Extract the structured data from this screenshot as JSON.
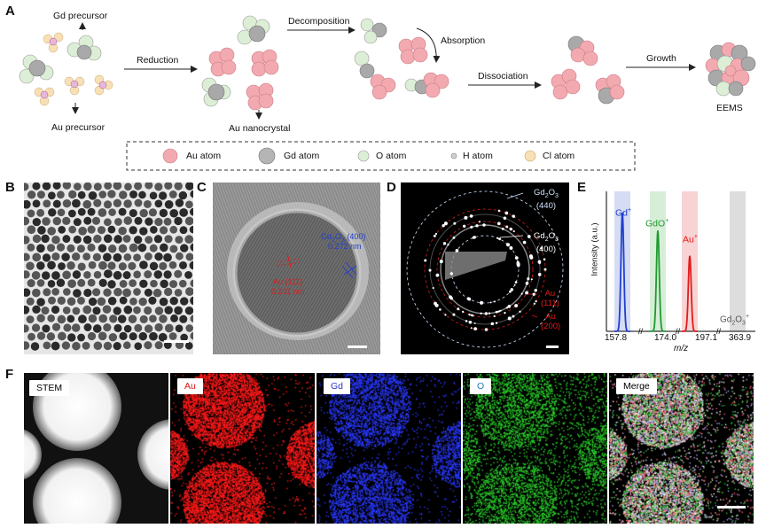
{
  "panels": {
    "a": "A",
    "b": "B",
    "c": "C",
    "d": "D",
    "e": "E",
    "f": "F"
  },
  "schematic": {
    "gd_precursor": "Gd precursor",
    "au_precursor": "Au precursor",
    "reduction": "Reduction",
    "au_nanocrystal": "Au nanocrystal",
    "decomposition": "Decomposition",
    "absorption": "Absorption",
    "dissociation": "Dissociation",
    "growth": "Growth",
    "eems": "EEMS",
    "legend": [
      {
        "label": "Au atom",
        "color": "#f2aab0"
      },
      {
        "label": "Gd atom",
        "color": "#b5b5b5"
      },
      {
        "label": "O atom",
        "color": "#dcefd6"
      },
      {
        "label": "H atom",
        "color": "#cfcfcf"
      },
      {
        "label": "Cl atom",
        "color": "#f8e0b6"
      }
    ]
  },
  "hrtem": {
    "gd_label_pre": "Gd",
    "gd_sub": "2",
    "gd_label_mid": "O",
    "gd_sub2": "3",
    "gd_label_post": " (400)",
    "gd_d": "0.272 nm",
    "au_label": "Au (111)",
    "au_d": "0.231 nm"
  },
  "saed": {
    "r1_name": "Gd",
    "r1_sub": "2",
    "r1_name2": "O",
    "r1_sub2": "3",
    "r1_hkl": "(440)",
    "r2_name": "Gd",
    "r2_sub": "2",
    "r2_name2": "O",
    "r2_sub2": "3",
    "r2_hkl": "(400)",
    "r3_name": "Au",
    "r3_hkl": "(111)",
    "r4_name": "Au",
    "r4_hkl": "(200)"
  },
  "chart_data": {
    "type": "line",
    "xlabel": "m/z",
    "ylabel": "Intensity (a.u.)",
    "x_ticks": [
      "157.8",
      "174.0",
      "197.1",
      "363.9"
    ],
    "series": [
      {
        "name": "Gd",
        "superscript": "+",
        "color": "#1f3fd1",
        "band": "#d5dcf3",
        "peak_rel": 0.85
      },
      {
        "name": "GdO",
        "superscript": "+",
        "color": "#1f9a2e",
        "band": "#d6eed8",
        "peak_rel": 0.72
      },
      {
        "name": "Au",
        "superscript": "+",
        "color": "#e11b1b",
        "band": "#f8d3d3",
        "peak_rel": 0.54
      },
      {
        "name": "Gd2O3",
        "label_pre": "Gd",
        "label_sub": "2",
        "label_mid": "O",
        "label_sub2": "3",
        "superscript": "+",
        "color": "#555555",
        "band": "#dddddd",
        "peak_rel": 0
      }
    ]
  },
  "eds": [
    {
      "label": "STEM",
      "color": "#000000"
    },
    {
      "label": "Au",
      "color": "#e01515"
    },
    {
      "label": "Gd",
      "color": "#2a33c8"
    },
    {
      "label": "O",
      "color": "#1e7bbf"
    },
    {
      "label": "Merge",
      "color": "#000000"
    }
  ]
}
